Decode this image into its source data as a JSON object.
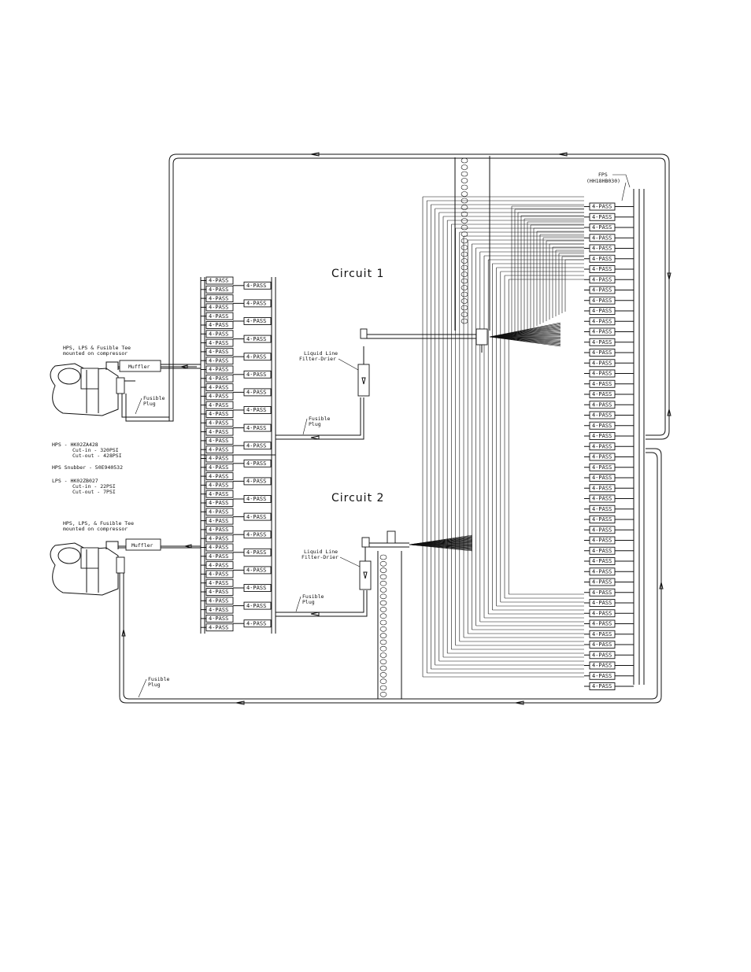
{
  "labels": {
    "circuit1": "Circuit 1",
    "circuit2": "Circuit 2",
    "fps": "FPS",
    "fps_part": "(HH18HB030)",
    "tee_note_1": "HPS, LPS & Fusible Tee",
    "tee_note_1b": "mounted on compressor",
    "tee_note_2": "HPS, LPS, & Fusible Tee",
    "tee_note_2b": "mounted on compressor",
    "muffler": "Muffler",
    "fusible_plug": "Fusible",
    "plug": "Plug",
    "liquid_line": "Liquid Line",
    "filter_drier": "Filter-Drier",
    "hps": "HPS  - HK02ZA428",
    "hps_cutin": "Cut-in  - 320PSI",
    "hps_cutout": "Cut-out - 428PSI",
    "hps_snubber": "HPS Snubber - 50E940532",
    "lps": "LPS  - HK02ZB027",
    "lps_cutin": "Cut-in  - 22PSI",
    "lps_cutout": "Cut-out - 7PSI",
    "pass": "4-PASS"
  }
}
